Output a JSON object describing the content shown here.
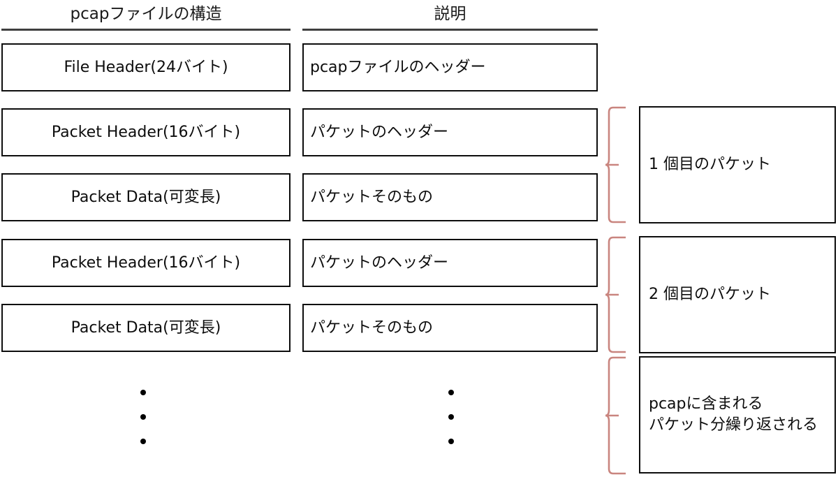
{
  "columns": {
    "structure_header": "pcapファイルの構造",
    "description_header": "説明"
  },
  "rows": [
    {
      "structure": "File Header(24バイト)",
      "description": "pcapファイルのヘッダー"
    },
    {
      "structure": "Packet Header(16バイト)",
      "description": "パケットのヘッダー"
    },
    {
      "structure": "Packet Data(可変長)",
      "description": "パケットそのもの"
    },
    {
      "structure": "Packet Header(16バイト)",
      "description": "パケットのヘッダー"
    },
    {
      "structure": "Packet Data(可変長)",
      "description": "パケットそのもの"
    }
  ],
  "groups": [
    {
      "label": "1 個目のパケット"
    },
    {
      "label": "2 個目のパケット"
    },
    {
      "label": "pcapに含まれる\nパケット分繰り返される"
    }
  ],
  "ellipsis": {
    "structure_column": "⋮",
    "description_column": "⋮",
    "dot_count": 3
  },
  "colors": {
    "brace": "#C9857F",
    "box_border": "#0d0d0d",
    "header_rule": "#3f3f3f",
    "text": "#0d0d0d",
    "background": "#ffffff"
  }
}
